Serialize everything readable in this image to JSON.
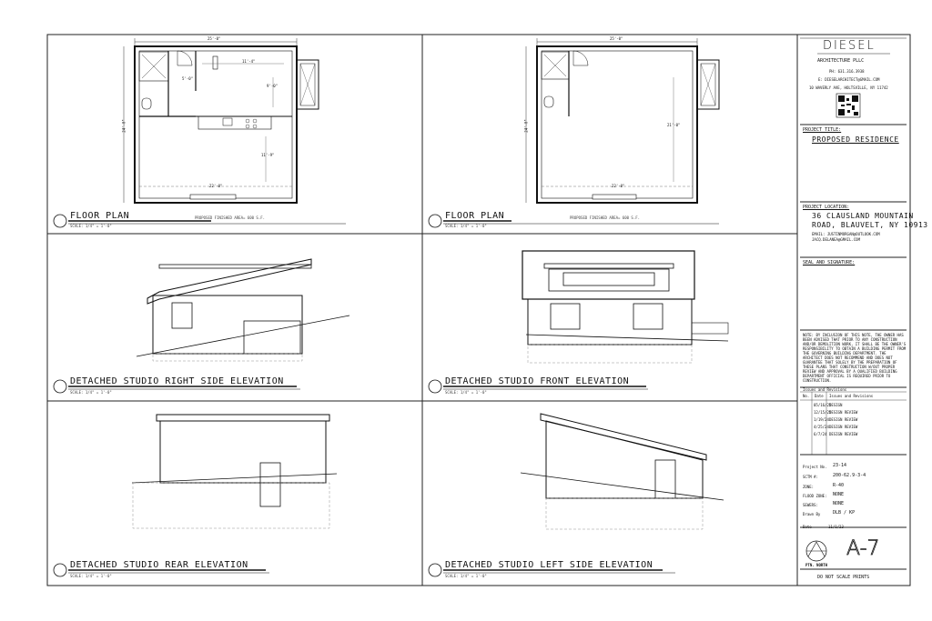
{
  "firm": {
    "name": "DIESEL",
    "subtitle": "ARCHITECTURE PLLC",
    "phone": "PH: 631.316.3938",
    "email": "E: DIESELARCHITECT@GMAIL.COM",
    "address": "10 WAVERLY AVE, HOLTSVILLE, NY 11742"
  },
  "project": {
    "title_label": "PROJECT TITLE:",
    "title": "PROPOSED RESIDENCE",
    "location_label": "PROJECT LOCATION:",
    "location_line1": "36 CLAUSLAND MOUNTAIN",
    "location_line2": "ROAD, BLAUVELT, NY 10913",
    "email1": "EMAIL: JUSTINMORGAN@OUTLOOK.COM",
    "email2": "JACQ.DELANEA@GMAIL.COM"
  },
  "seal_label": "SEAL AND SIGNATURE:",
  "note_lines": [
    "NOTE: BY INCLUSION OF THIS NOTE, THE OWNER HAS",
    "BEEN ADVISED THAT PRIOR TO ANY CONSTRUCTION",
    "AND/OR DEMOLITION WORK, IT SHALL BE THE OWNER'S",
    "RESPONSIBILITY TO OBTAIN A BUILDING PERMIT FROM",
    "THE GOVERNING BUILDING DEPARTMENT. THE",
    "ARCHITECT DOES NOT RECOMMEND AND DOES NOT",
    "GUARANTEE THAT SOLELY BY THE PREPARATION OF",
    "THESE PLANS THAT CONSTRUCTION W/OUT PROPER",
    "REVIEW AND APPROVAL BY A QUALIFIED BUILDING",
    "DEPARTMENT OFFICIAL IS REQUIRED PRIOR TO",
    "CONSTRUCTION."
  ],
  "revisions": {
    "title": "Issues and Revisions",
    "headers": [
      "No.",
      "Date",
      "Issues and Revisions"
    ],
    "rows": [
      {
        "no": "",
        "date": "05/16/25",
        "desc": "DESIGN"
      },
      {
        "no": "",
        "date": "12/15/25",
        "desc": "DESIGN REVIEW"
      },
      {
        "no": "",
        "date": "1/19/24",
        "desc": "DESIGN REVIEW"
      },
      {
        "no": "",
        "date": "4/25/24",
        "desc": "DESIGN REVIEW"
      },
      {
        "no": "",
        "date": "6/7/24",
        "desc": "DESIGN REVIEW"
      },
      {
        "no": "",
        "date": "",
        "desc": ""
      },
      {
        "no": "",
        "date": "",
        "desc": ""
      }
    ]
  },
  "project_info": [
    {
      "label": "Project No.",
      "value": "23-14"
    },
    {
      "label": "SCTM #:",
      "value": "200-62.9-3-4"
    },
    {
      "label": "ZONE:",
      "value": "R-40"
    },
    {
      "label": "FLOOD ZONE:",
      "value": "NONE"
    },
    {
      "label": "SEWERS:",
      "value": "NONE"
    },
    {
      "label": "Drawn By",
      "value": "DLB / KP"
    },
    {
      "label": "Date",
      "value": "11/1/23"
    }
  ],
  "north_label": "PTN. NORTH",
  "sheet_number": "A-7",
  "footer_note": "DO NOT SCALE PRINTS",
  "views": {
    "floor_plan_1": {
      "title": "FLOOR PLAN",
      "scale": "SCALE: 1/4\" = 1'-0\"",
      "area": "PROPOSED FINISHED AREA= 600 S.F."
    },
    "floor_plan_2": {
      "title": "FLOOR PLAN",
      "scale": "SCALE: 1/4\" = 1'-0\"",
      "area": "PROPOSED FINISHED AREA= 600 S.F."
    },
    "right_elev": {
      "title": "DETACHED STUDIO RIGHT SIDE ELEVATION",
      "scale": "SCALE: 1/4\" = 1'-0\""
    },
    "front_elev": {
      "title": "DETACHED STUDIO FRONT ELEVATION",
      "scale": "SCALE: 1/4\" = 1'-0\""
    },
    "rear_elev": {
      "title": "DETACHED STUDIO REAR ELEVATION",
      "scale": "SCALE: 1/4\" = 1'-0\""
    },
    "left_elev": {
      "title": "DETACHED STUDIO LEFT SIDE ELEVATION",
      "scale": "SCALE: 1/4\" = 1'-0\""
    }
  },
  "dims": {
    "overall_width": "25'-0\"",
    "overall_depth": "24'-0\"",
    "inner_width": "22'-0\"",
    "room_dim_1": "11'-4\"",
    "room_dim_2": "9'-0\"",
    "room_dim_3": "11'-9\"",
    "room_dim_4": "21'-0\"",
    "room_dim_5": "5'-0\""
  }
}
